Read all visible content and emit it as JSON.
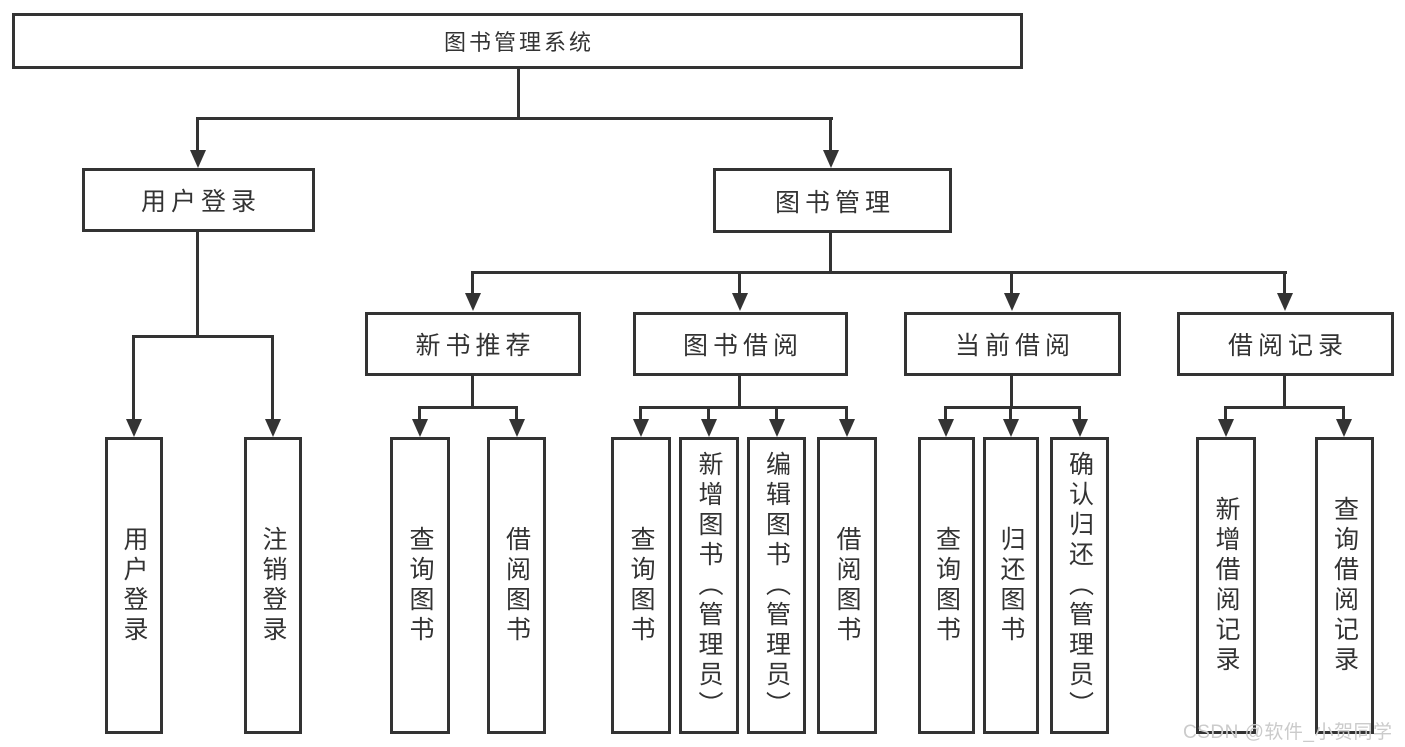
{
  "nodes": {
    "root": "图书管理系统",
    "user_login": "用户登录",
    "book_mgmt": "图书管理",
    "new_book_rec": "新书推荐",
    "book_borrow": "图书借阅",
    "current_borrow": "当前借阅",
    "borrow_records": "借阅记录",
    "login": "用户登录",
    "logout": "注销登录",
    "nb_query": "查询图书",
    "nb_borrow": "借阅图书",
    "bb_query": "查询图书",
    "bb_add": "新增图书（管理员）",
    "bb_edit": "编辑图书（管理员）",
    "bb_borrow": "借阅图书",
    "cb_query": "查询图书",
    "cb_return": "归还图书",
    "cb_confirm": "确认归还（管理员）",
    "br_add": "新增借阅记录",
    "br_query": "查询借阅记录"
  },
  "watermark": "CSDN @软件_小贺同学",
  "colors": {
    "line": "#333333",
    "text": "#333333",
    "background": "#ffffff",
    "watermark": "#cbcbcb"
  }
}
